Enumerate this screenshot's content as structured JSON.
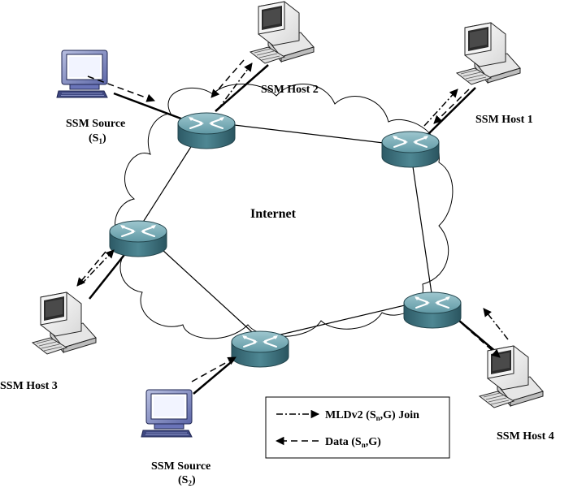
{
  "diagram": {
    "cloud_label": "Internet",
    "nodes": {
      "source1": {
        "label": "SSM Source",
        "sub_open": "(S",
        "sub_idx": "1",
        "sub_close": ")"
      },
      "source2": {
        "label": "SSM Source",
        "sub_open": "(S",
        "sub_idx": "2",
        "sub_close": ")"
      },
      "host1": {
        "label": "SSM Host 1"
      },
      "host2": {
        "label": "SSM Host 2"
      },
      "host3": {
        "label": "SSM Host 3"
      },
      "host4": {
        "label": "SSM Host 4"
      }
    },
    "legend": {
      "join_pre": "MLDv2 (S",
      "join_sub": "n",
      "join_post": ",G) Join",
      "data_pre": "Data (S",
      "data_sub": "n",
      "data_post": ",G)"
    }
  }
}
